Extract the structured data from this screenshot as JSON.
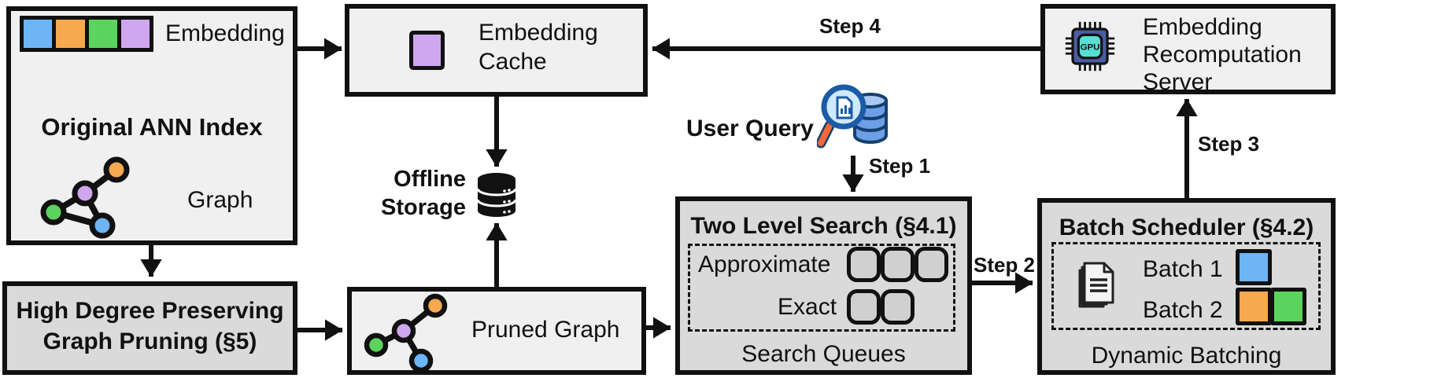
{
  "colors": {
    "blue": "#6db5f5",
    "orange": "#f6a94f",
    "green": "#5cd35c",
    "purple": "#cfa7ef",
    "box_light": "#f0f0f0",
    "box_dark": "#dadada",
    "gpu_chip": "#4a5da0",
    "gpu_core": "#56e0d2",
    "query_handle": "#f26a3a",
    "query_ring": "#1c5ba6"
  },
  "ann_index": {
    "title": "Original ANN Index",
    "embedding_label": "Embedding",
    "graph_label": "Graph",
    "embedding_cells": [
      "blue",
      "orange",
      "green",
      "purple"
    ]
  },
  "pruning": {
    "line1": "High Degree Preserving",
    "line2": "Graph Pruning (§5)"
  },
  "cache": {
    "line1": "Embedding",
    "line2": "Cache"
  },
  "storage": {
    "line1": "Offline",
    "line2": "Storage"
  },
  "pruned_graph": {
    "label": "Pruned Graph"
  },
  "user_query": {
    "label": "User Query"
  },
  "search": {
    "title": "Two Level Search (§4.1)",
    "approximate": "Approximate",
    "exact": "Exact",
    "footer": "Search Queues",
    "approximate_slots": 3,
    "exact_slots": 2
  },
  "scheduler": {
    "title": "Batch Scheduler (§4.2)",
    "batch1": "Batch 1",
    "batch2": "Batch 2",
    "footer": "Dynamic Batching",
    "batch1_blocks": [
      "blue"
    ],
    "batch2_blocks": [
      "orange",
      "green"
    ]
  },
  "server": {
    "line1": "Embedding",
    "line2": "Recomputation",
    "line3": "Server",
    "gpu_label": "GPU"
  },
  "steps": {
    "s1": "Step 1",
    "s2": "Step 2",
    "s3": "Step 3",
    "s4": "Step 4"
  }
}
